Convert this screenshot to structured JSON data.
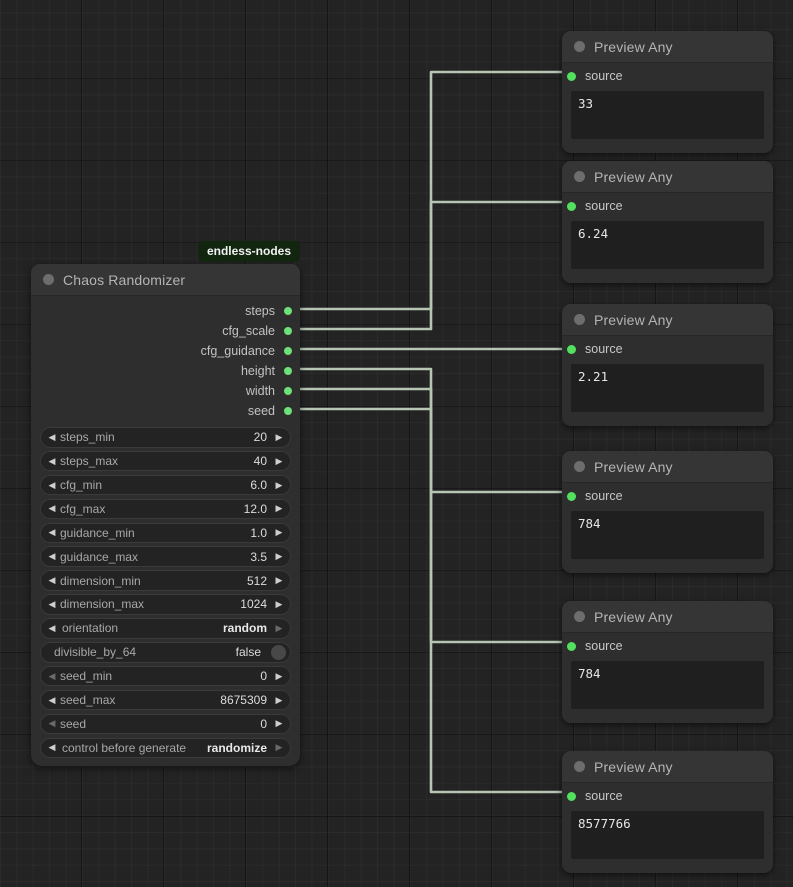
{
  "graph": {
    "badge": "endless-nodes",
    "wire_color": "#b6c6b2",
    "port_color": "#6ee07a",
    "accent": "#12260f"
  },
  "chaos_node": {
    "title": "Chaos Randomizer",
    "outputs": [
      {
        "label": "steps"
      },
      {
        "label": "cfg_scale"
      },
      {
        "label": "cfg_guidance"
      },
      {
        "label": "height"
      },
      {
        "label": "width"
      },
      {
        "label": "seed"
      }
    ],
    "widgets": [
      {
        "name": "steps_min",
        "value": "20",
        "type": "number"
      },
      {
        "name": "steps_max",
        "value": "40",
        "type": "number"
      },
      {
        "name": "cfg_min",
        "value": "6.0",
        "type": "number"
      },
      {
        "name": "cfg_max",
        "value": "12.0",
        "type": "number"
      },
      {
        "name": "guidance_min",
        "value": "1.0",
        "type": "number"
      },
      {
        "name": "guidance_max",
        "value": "3.5",
        "type": "number"
      },
      {
        "name": "dimension_min",
        "value": "512",
        "type": "number"
      },
      {
        "name": "dimension_max",
        "value": "1024",
        "type": "number"
      },
      {
        "name": "orientation",
        "value": "random",
        "type": "combo"
      },
      {
        "name": "divisible_by_64",
        "value": "false",
        "type": "toggle"
      },
      {
        "name": "seed_min",
        "value": "0",
        "type": "number"
      },
      {
        "name": "seed_max",
        "value": "8675309",
        "type": "number"
      },
      {
        "name": "seed",
        "value": "0",
        "type": "number"
      },
      {
        "name": "control before generate",
        "value": "randomize",
        "type": "combo"
      }
    ],
    "arrows": {
      "left": "◀",
      "right": "▶"
    }
  },
  "previews": [
    {
      "title": "Preview Any",
      "input_label": "source",
      "value": "33"
    },
    {
      "title": "Preview Any",
      "input_label": "source",
      "value": "6.24"
    },
    {
      "title": "Preview Any",
      "input_label": "source",
      "value": "2.21"
    },
    {
      "title": "Preview Any",
      "input_label": "source",
      "value": "784"
    },
    {
      "title": "Preview Any",
      "input_label": "source",
      "value": "784"
    },
    {
      "title": "Preview Any",
      "input_label": "source",
      "value": "8577766"
    }
  ]
}
